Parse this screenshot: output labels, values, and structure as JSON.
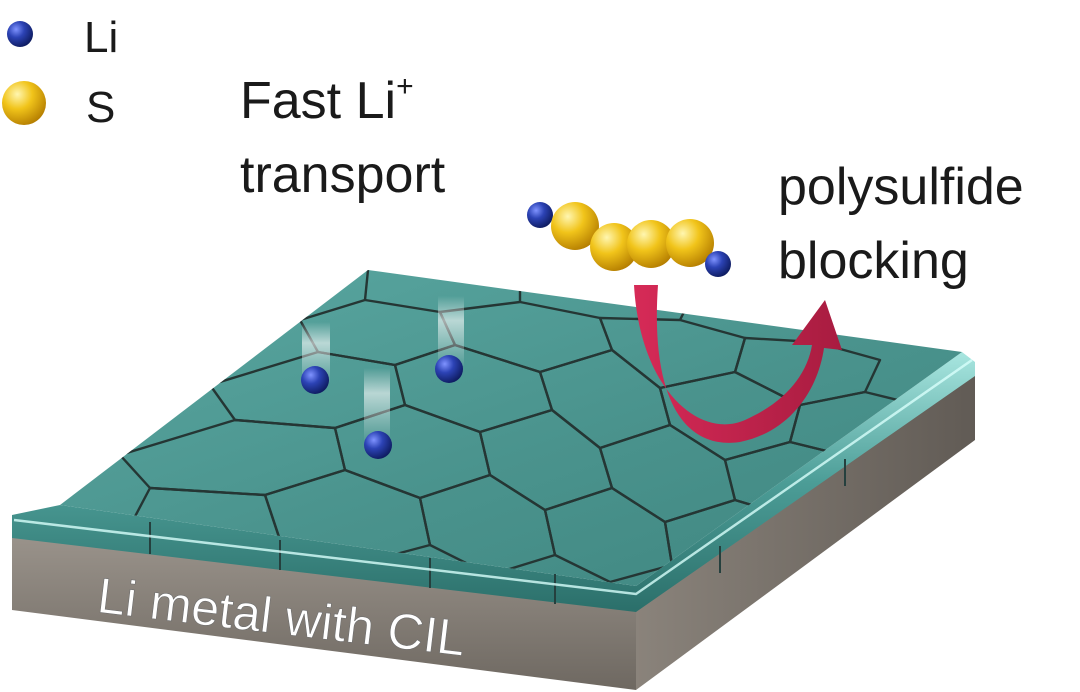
{
  "legend": {
    "items": [
      {
        "label": "Li",
        "color": "#2c43b5",
        "icon": "li-atom-icon"
      },
      {
        "label": "S",
        "color": "#f1c41a",
        "icon": "sulfur-atom-icon"
      }
    ]
  },
  "annotations": {
    "transport": {
      "line1_main": "Fast Li",
      "line1_sup": "+",
      "line2": "transport"
    },
    "blocking": {
      "line1": "polysulfide",
      "line2": "blocking"
    }
  },
  "substrate": {
    "label": "Li metal with CIL"
  },
  "colors": {
    "cil_top": "#4f9e98",
    "cil_edge": "#2f7c77",
    "metal": "#8e877f",
    "hex_lines": "#2e3b3a",
    "arrow": "#c8244f",
    "lithium": "#2c43b5",
    "sulfur": "#f1c41a"
  }
}
